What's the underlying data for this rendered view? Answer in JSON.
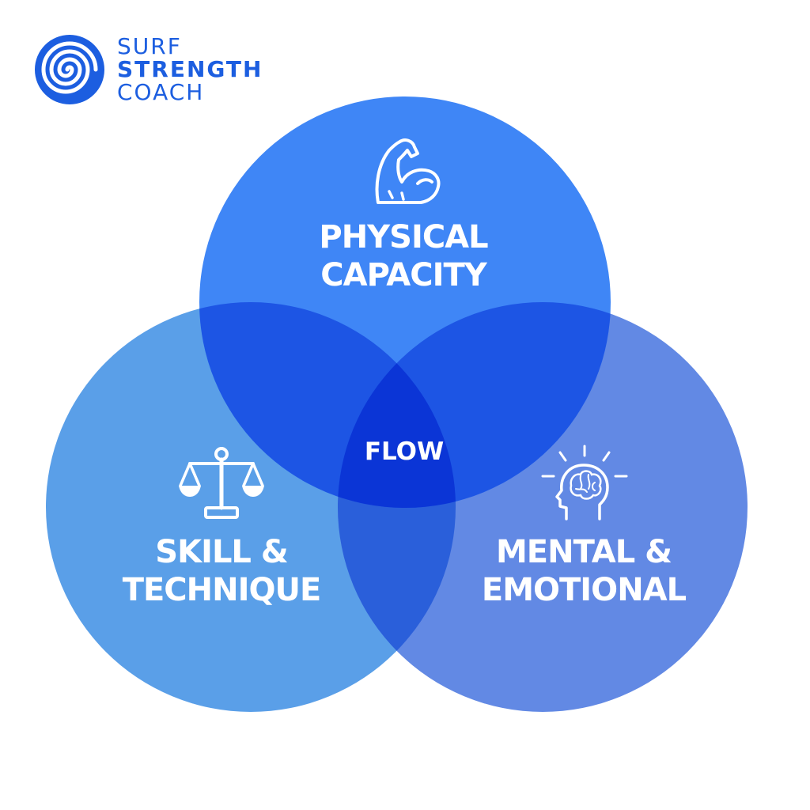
{
  "logo": {
    "line1": "SURF",
    "line2": "STRENGTH",
    "line3": "COACH",
    "icon": "spiral-logo-icon"
  },
  "colors": {
    "brand": "#1c5ee0",
    "physical": "#3f86f6",
    "skill": "#5a9fe8",
    "mental": "#6289e4",
    "center": "#0b35d6",
    "text": "#ffffff"
  },
  "circles": {
    "physical": {
      "title_line1": "PHYSICAL",
      "title_line2": "CAPACITY",
      "icon": "flexed-arm-icon"
    },
    "skill": {
      "title_line1": "SKILL &",
      "title_line2": "TECHNIQUE",
      "icon": "balance-scale-icon"
    },
    "mental": {
      "title_line1": "MENTAL &",
      "title_line2": "EMOTIONAL",
      "icon": "brain-head-icon"
    }
  },
  "center": {
    "label": "FLOW"
  }
}
